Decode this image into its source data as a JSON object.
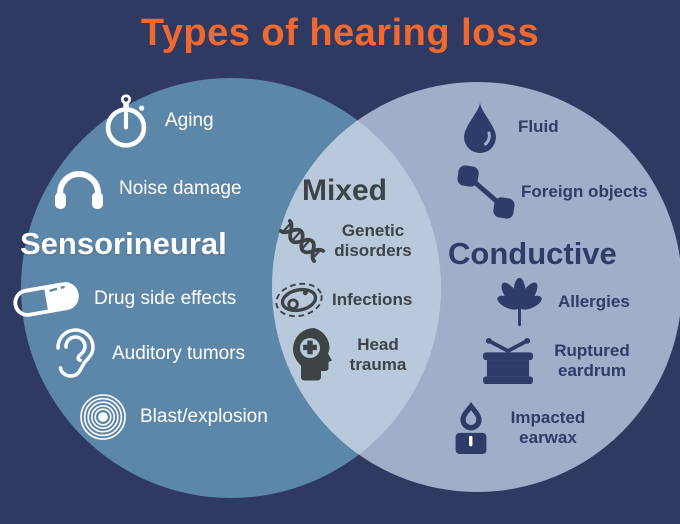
{
  "title": "Types of hearing loss",
  "colors": {
    "background": "#2F3A63",
    "title": "#F2692D",
    "left_circle": "#5D87A8",
    "right_circle": "#9FAFC9",
    "overlap": "#B9C9DC",
    "left_text": "#FFFFFF",
    "middle_text": "#3E4347",
    "right_text": "#2D3C69"
  },
  "venn": {
    "left": {
      "heading": "Sensorineural",
      "items": [
        {
          "icon": "stopwatch-icon",
          "label": "Aging"
        },
        {
          "icon": "headphones-icon",
          "label": "Noise damage"
        },
        {
          "icon": "pill-icon",
          "label": "Drug side effects"
        },
        {
          "icon": "ear-icon",
          "label": "Auditory tumors"
        },
        {
          "icon": "blast-icon",
          "label": "Blast/explosion"
        }
      ]
    },
    "middle": {
      "heading": "Mixed",
      "items": [
        {
          "icon": "dna-icon",
          "label": "Genetic disorders"
        },
        {
          "icon": "bacteria-icon",
          "label": "Infections"
        },
        {
          "icon": "head-trauma-icon",
          "label": "Head trauma"
        }
      ]
    },
    "right": {
      "heading": "Conductive",
      "items": [
        {
          "icon": "water-drop-icon",
          "label": "Fluid"
        },
        {
          "icon": "foreign-objects-icon",
          "label": "Foreign objects"
        },
        {
          "icon": "leaf-icon",
          "label": "Allergies"
        },
        {
          "icon": "drum-icon",
          "label": "Ruptured eardrum"
        },
        {
          "icon": "candle-icon",
          "label": "Impacted earwax"
        }
      ]
    }
  }
}
